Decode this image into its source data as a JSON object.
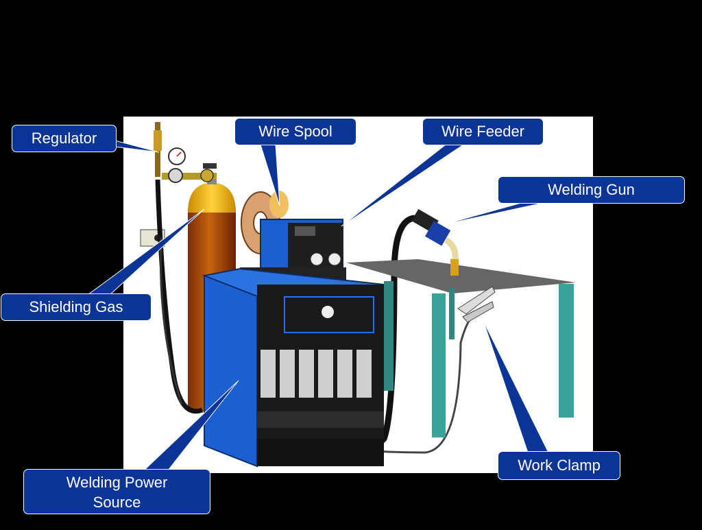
{
  "colors": {
    "background": "#000000",
    "canvas": "#ffffff",
    "callout_fill": "#0a3496",
    "machine_blue": "#1c5fd0",
    "cylinder": "#b5520e",
    "table_top": "#666666",
    "table_legs": "#3aa39a"
  },
  "labels": {
    "regulator": "Regulator",
    "wire_spool": "Wire Spool",
    "wire_feeder": "Wire Feeder",
    "welding_gun": "Welding Gun",
    "shielding_gas": "Shielding Gas",
    "welding_power_source": "Welding Power Source",
    "work_clamp": "Work Clamp"
  },
  "icons": [
    "regulator-gauge",
    "gas-cylinder",
    "wire-spool",
    "wire-feeder",
    "power-source",
    "welding-gun",
    "work-table",
    "work-clamp",
    "wall-outlet"
  ]
}
